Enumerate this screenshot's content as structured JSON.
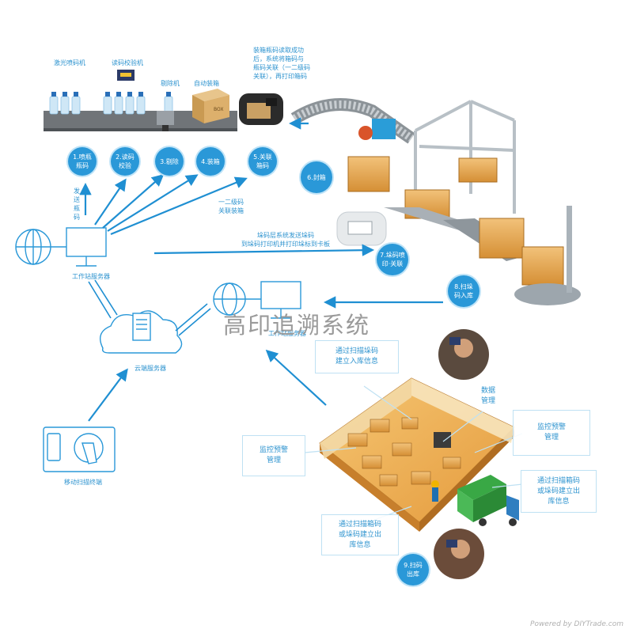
{
  "title": "高印追溯系统",
  "watermark": "Powered by DIYTrade.com",
  "colors": {
    "accent": "#2a98d8",
    "arrow": "#1f8fd2",
    "wood": "#e6a24a",
    "truck": "#39a845"
  },
  "line_labels": {
    "laser": "激光喷码机",
    "scanner": "读码校验机",
    "reject": "剔除机",
    "box": "自动装箱"
  },
  "note_top": "装箱瓶码读取成功\n后，系统将箱码与\n瓶码关联（一二级码\n关联），再打印箱码",
  "steps": {
    "s1": "1.喷瓶\n瓶码",
    "s2": "2.读码\n校验",
    "s3": "3.剔除",
    "s4": "4.装箱",
    "s5": "5.关联\n箱码",
    "s6": "6.封箱",
    "s7": "7.垛码喷\n印·关联",
    "s8": "8.扫垛\n码入库",
    "s9": "9.扫码\n出库"
  },
  "arrow_labels": {
    "send_code": "发\n送\n瓶\n码",
    "relate": "一二级码\n关联装箱",
    "pallet": "垛码层系统发送垛码\n到垛码打印机并打印垛标到卡板"
  },
  "nodes": {
    "ws1": "工作站服务器",
    "ws2": "工作站服务器",
    "cloud": "云端服务器",
    "mobile": "移动扫描终端"
  },
  "boxes": {
    "inbound": "通过扫描垛码\n建立入库信息",
    "data_mgmt": "数据\n管理",
    "monitor_r": "监控预警\n管理",
    "monitor_l": "监控预警\n管理",
    "outbound_r": "通过扫描箱码\n或垛码建立出\n库信息",
    "outbound_l": "通过扫描箱码\n或垛码建立出\n库信息"
  }
}
